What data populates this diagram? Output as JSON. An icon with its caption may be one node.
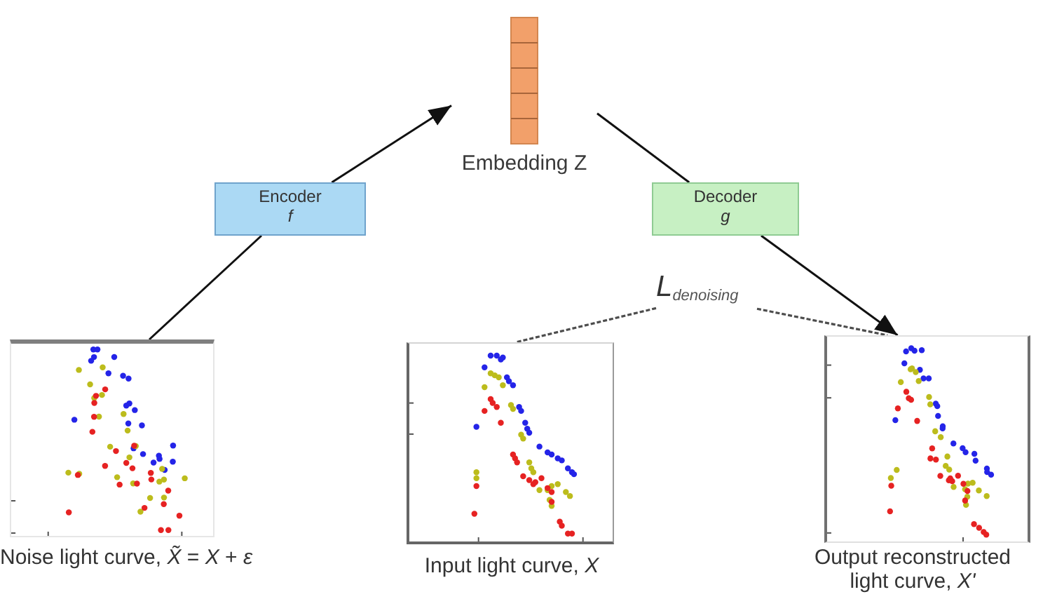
{
  "diagram": {
    "nodes": [
      {
        "text": [
          "Embedding Z"
        ]
      },
      {
        "text": [
          "Encoder",
          "f"
        ]
      },
      {
        "text": [
          "Decoder",
          "g"
        ]
      },
      {
        "text": [
          "L$_{denoising}$"
        ]
      },
      {
        "text": [],
        "shape": "picture",
        "beside": [
          "Noise light curve, *X̃* = *X* + *ε*"
        ]
      },
      {
        "text": [],
        "shape": "picture",
        "beside": [
          "Input light curve, *X*"
        ]
      },
      {
        "text": [],
        "shape": "picture",
        "beside": [
          "Output reconstructed light curve, *X'*"
        ]
      }
    ],
    "edges": [
      {
        "from": 4,
        "to": 1,
        "arrow": "none"
      },
      {
        "from": 1,
        "to": 0,
        "arrow": "to"
      },
      {
        "from": 0,
        "to": 2,
        "arrow": "none"
      },
      {
        "from": 2,
        "to": 6,
        "arrow": "to"
      },
      {
        "from": 3,
        "to": 5,
        "arrow": "none",
        "style": "dashed",
        "color": "#4d4d4d"
      },
      {
        "from": 3,
        "to": 6,
        "arrow": "none",
        "style": "dashed",
        "color": "#4d4d4d"
      }
    ]
  }
}
